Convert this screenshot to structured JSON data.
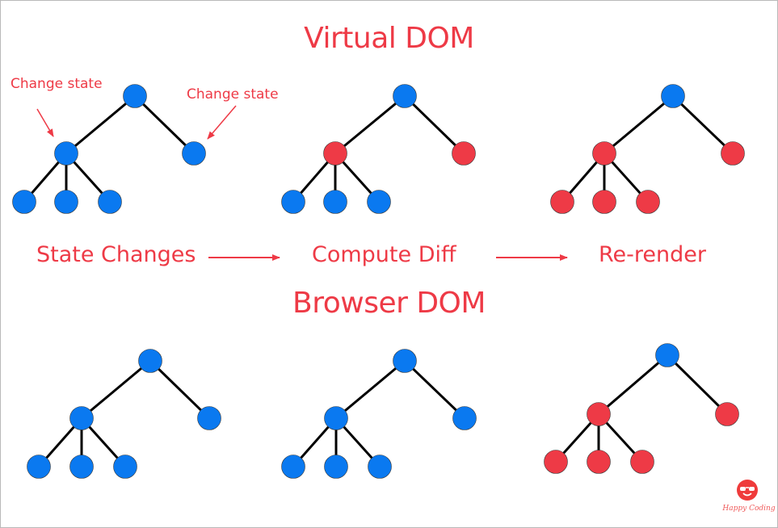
{
  "titles": {
    "virtual": "Virtual DOM",
    "browser": "Browser DOM"
  },
  "steps": [
    "State Changes",
    "Compute Diff",
    "Re-render"
  ],
  "callouts": [
    "Change state",
    "Change state"
  ],
  "logo": {
    "text": "Happy Coding"
  },
  "colors": {
    "accent": "#ee3a46",
    "node_blue": "#0a79f0",
    "node_red": "#ee3a46",
    "edge": "#000000"
  },
  "trees": [
    {
      "name": "virtual-state-changes",
      "colors": [
        "blue",
        "blue",
        "blue",
        "blue",
        "blue",
        "blue"
      ]
    },
    {
      "name": "virtual-compute-diff",
      "colors": [
        "blue",
        "red",
        "red",
        "blue",
        "blue",
        "blue"
      ]
    },
    {
      "name": "virtual-re-render",
      "colors": [
        "blue",
        "red",
        "red",
        "red",
        "red",
        "red"
      ]
    },
    {
      "name": "browser-state-changes",
      "colors": [
        "blue",
        "blue",
        "blue",
        "blue",
        "blue",
        "blue"
      ]
    },
    {
      "name": "browser-compute-diff",
      "colors": [
        "blue",
        "blue",
        "blue",
        "blue",
        "blue",
        "blue"
      ]
    },
    {
      "name": "browser-re-render",
      "colors": [
        "blue",
        "red",
        "red",
        "red",
        "red",
        "red"
      ]
    }
  ]
}
